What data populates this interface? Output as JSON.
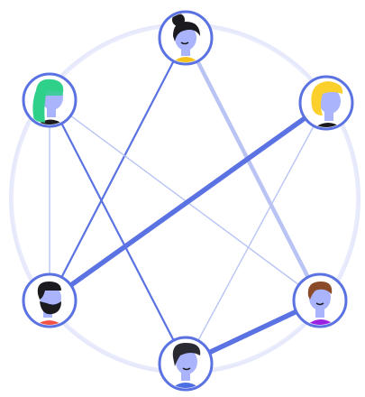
{
  "palette": {
    "background": "#ffffff",
    "halo": "#e4e7fb",
    "ring": "#5b72e2",
    "avatar_bg": "#aab4fc",
    "skin": "#aab4fc",
    "line_strong": "#5b72e2",
    "line_mid": "#7d8fe8",
    "line_light": "#b9c4f4"
  },
  "people": [
    {
      "id": "p1",
      "name": "person-top",
      "hair": "#1b1b1f",
      "hair_style": "bun",
      "shirt": "#f4c31c"
    },
    {
      "id": "p2",
      "name": "person-upper-left",
      "hair": "#2fd08a",
      "hair_style": "long-side",
      "shirt": "#1b1b1f"
    },
    {
      "id": "p3",
      "name": "person-upper-right",
      "hair": "#fbd02d",
      "hair_style": "bob",
      "shirt": "#1b1b1f"
    },
    {
      "id": "p4",
      "name": "person-lower-left",
      "hair": "#1b1b1f",
      "hair_style": "beard",
      "shirt": "#f25347"
    },
    {
      "id": "p5",
      "name": "person-lower-right",
      "hair": "#8b4a28",
      "hair_style": "short",
      "shirt": "#9b22e0"
    },
    {
      "id": "p6",
      "name": "person-bottom",
      "hair": "#2a2a33",
      "hair_style": "quiff",
      "shirt": "#4d6ee0"
    }
  ],
  "connections": [
    {
      "from": "p1",
      "to": "p5",
      "strength": "light-thick"
    },
    {
      "from": "p1",
      "to": "p4",
      "strength": "strong"
    },
    {
      "from": "p2",
      "to": "p6",
      "strength": "strong"
    },
    {
      "from": "p2",
      "to": "p5",
      "strength": "light"
    },
    {
      "from": "p2",
      "to": "p4",
      "strength": "light"
    },
    {
      "from": "p3",
      "to": "p4",
      "strength": "strong-thick"
    },
    {
      "from": "p3",
      "to": "p6",
      "strength": "light"
    },
    {
      "from": "p5",
      "to": "p6",
      "strength": "strong-thick"
    }
  ]
}
